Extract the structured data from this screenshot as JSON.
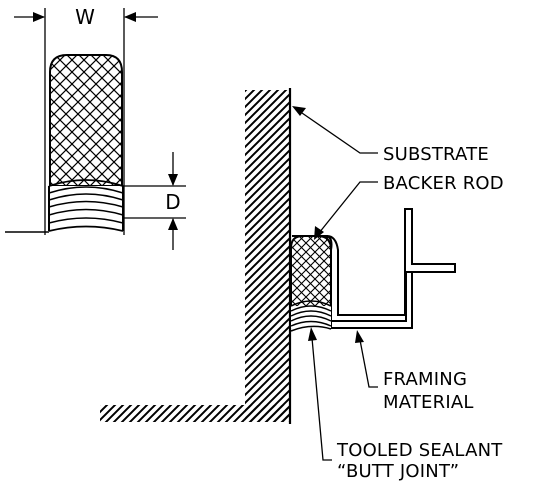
{
  "dimensions": {
    "width_label": "W",
    "depth_label": "D"
  },
  "callouts": {
    "substrate": "SUBSTRATE",
    "backer_rod": "BACKER ROD",
    "framing_line1": "FRAMING",
    "framing_line2": "MATERIAL",
    "sealant_line1": "TOOLED SEALANT",
    "sealant_line2": "“BUTT JOINT”"
  }
}
